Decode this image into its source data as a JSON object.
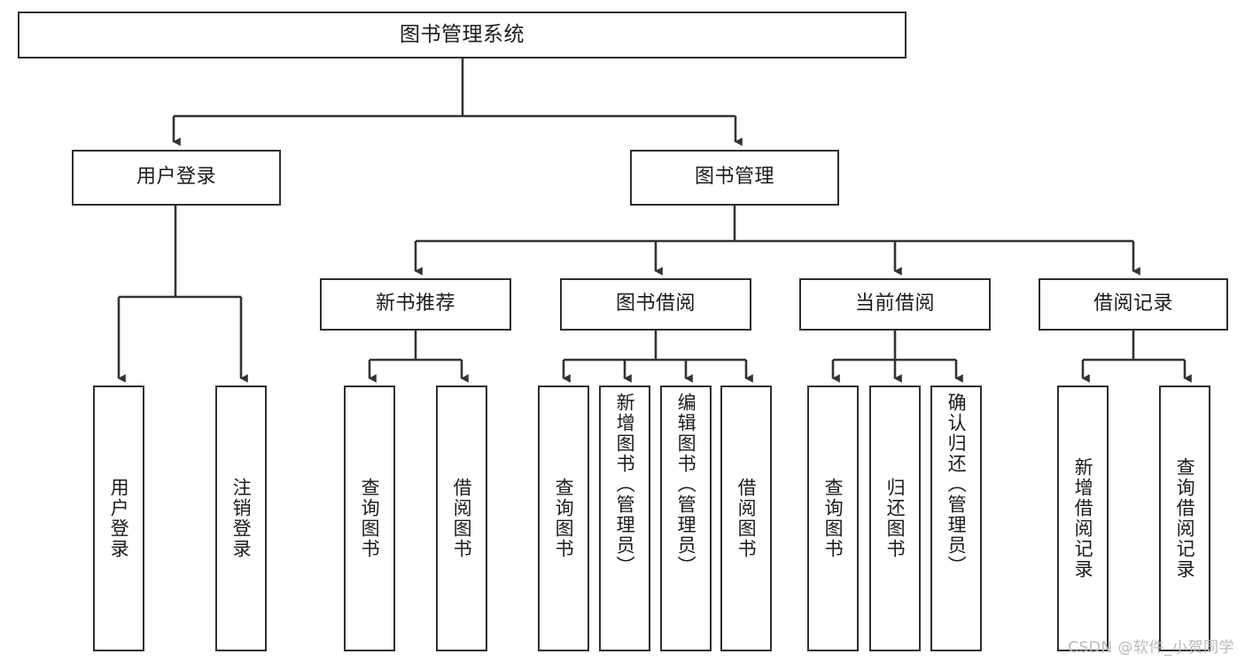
{
  "diagram": {
    "type": "tree",
    "title": "图书管理系统",
    "watermark": "CSDN @软件_小贺同学",
    "colors": {
      "node_border": "#2e2e2e",
      "node_fill": "#ffffff",
      "connector": "#333333",
      "text": "#1b1b1b",
      "watermark": "#b9b9b9",
      "background": "#ffffff"
    },
    "levels": {
      "root": "图书管理系统",
      "level2": [
        "用户登录",
        "图书管理"
      ],
      "level3": [
        "新书推荐",
        "图书借阅",
        "当前借阅",
        "借阅记录"
      ]
    },
    "nodes": {
      "root": {
        "label": "图书管理系统"
      },
      "user_login": {
        "label": "用户登录"
      },
      "book_manage": {
        "label": "图书管理"
      },
      "new_book_rec": {
        "label": "新书推荐"
      },
      "book_borrow": {
        "label": "图书借阅"
      },
      "current_borrow": {
        "label": "当前借阅"
      },
      "borrow_record": {
        "label": "借阅记录"
      },
      "leaf_user_login": {
        "label": "用户登录"
      },
      "leaf_logout": {
        "label": "注销登录"
      },
      "leaf_query_book_1": {
        "label": "查询图书"
      },
      "leaf_borrow_book_1": {
        "label": "借阅图书"
      },
      "leaf_query_book_2": {
        "label": "查询图书"
      },
      "leaf_add_book_admin": {
        "label": "新增图书（管理员）"
      },
      "leaf_edit_book_admin": {
        "label": "编辑图书（管理员）"
      },
      "leaf_borrow_book_2": {
        "label": "借阅图书"
      },
      "leaf_query_book_3": {
        "label": "查询图书"
      },
      "leaf_return_book": {
        "label": "归还图书"
      },
      "leaf_confirm_return_admin": {
        "label": "确认归还（管理员）"
      },
      "leaf_add_record": {
        "label": "新增借阅记录"
      },
      "leaf_query_record": {
        "label": "查询借阅记录"
      }
    },
    "edges": [
      {
        "from": "root",
        "to": "user_login"
      },
      {
        "from": "root",
        "to": "book_manage"
      },
      {
        "from": "user_login",
        "to": "leaf_user_login"
      },
      {
        "from": "user_login",
        "to": "leaf_logout"
      },
      {
        "from": "book_manage",
        "to": "new_book_rec"
      },
      {
        "from": "book_manage",
        "to": "book_borrow"
      },
      {
        "from": "book_manage",
        "to": "current_borrow"
      },
      {
        "from": "book_manage",
        "to": "borrow_record"
      },
      {
        "from": "new_book_rec",
        "to": "leaf_query_book_1"
      },
      {
        "from": "new_book_rec",
        "to": "leaf_borrow_book_1"
      },
      {
        "from": "book_borrow",
        "to": "leaf_query_book_2"
      },
      {
        "from": "book_borrow",
        "to": "leaf_add_book_admin"
      },
      {
        "from": "book_borrow",
        "to": "leaf_edit_book_admin"
      },
      {
        "from": "book_borrow",
        "to": "leaf_borrow_book_2"
      },
      {
        "from": "current_borrow",
        "to": "leaf_query_book_3"
      },
      {
        "from": "current_borrow",
        "to": "leaf_return_book"
      },
      {
        "from": "current_borrow",
        "to": "leaf_confirm_return_admin"
      },
      {
        "from": "borrow_record",
        "to": "leaf_add_record"
      },
      {
        "from": "borrow_record",
        "to": "leaf_query_record"
      }
    ]
  }
}
